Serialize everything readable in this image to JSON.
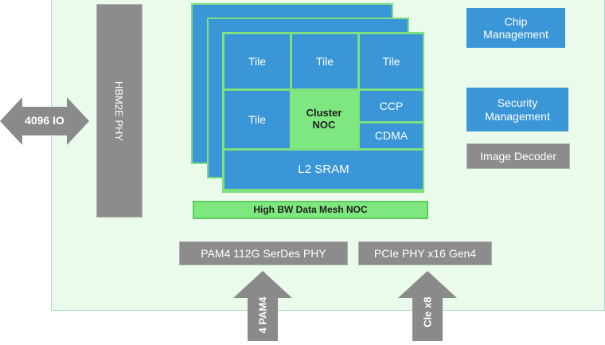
{
  "blocks": {
    "tile_1": "Tile",
    "tile_2": "Tile",
    "tile_3": "Tile",
    "tile_4": "Tile",
    "cluster_noc": "Cluster\nNOC",
    "ccp": "CCP",
    "cdma": "CDMA",
    "l2_sram": "L2 SRAM",
    "mesh_noc": "High BW Data Mesh NOC",
    "hbm_phy": "HBM2E PHY",
    "chip_management": "Chip\nManagement",
    "security_management": "Security\nManagement",
    "image_decoder": "Image Decoder",
    "serdes_phy": "PAM4 112G SerDes PHY",
    "pcie_phy": "PCIe PHY x16 Gen4"
  },
  "arrows": {
    "io": "4096 IO",
    "pam4": "4 PAM4",
    "pcie": "Cle x8"
  },
  "colors": {
    "chip_background": "#ebfbeb",
    "block_blue": "#3a96d6",
    "block_green": "#7fe77f",
    "block_grey": "#8c8c8c",
    "arrow_grey": "#8a8a8a"
  }
}
